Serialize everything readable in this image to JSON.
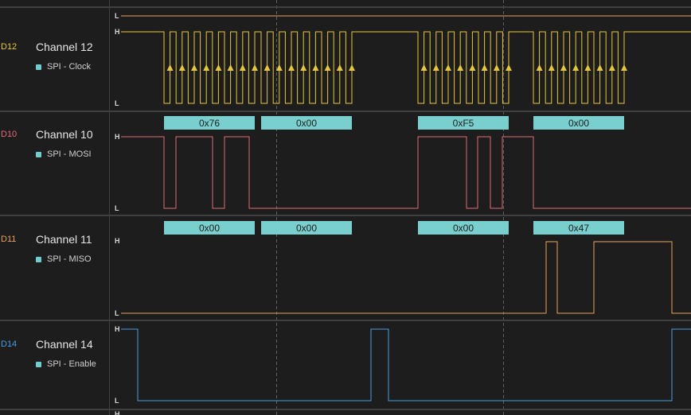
{
  "channels": [
    {
      "id": "D12",
      "name": "Channel 12",
      "analyzer": "SPI - Clock",
      "color": "#e6c63a"
    },
    {
      "id": "D10",
      "name": "Channel 10",
      "analyzer": "SPI - MOSI",
      "color": "#e06a78",
      "bytes": [
        "0x76",
        "0x00",
        "0xF5",
        "0x00"
      ]
    },
    {
      "id": "D11",
      "name": "Channel 11",
      "analyzer": "SPI - MISO",
      "color": "#e8a25a",
      "bytes": [
        "0x00",
        "0x00",
        "0x00",
        "0x47"
      ]
    },
    {
      "id": "D14",
      "name": "Channel 14",
      "analyzer": "SPI - Enable",
      "color": "#4a9be0"
    }
  ],
  "levels": {
    "high": "H",
    "low": "L"
  },
  "colors": {
    "background": "#1d1d1d",
    "separator": "#404040",
    "decode_box": "#79cfcd",
    "analyzer_dot": "#6fcdcd",
    "top_trace": "#e8a25a",
    "cursor": "#606060"
  }
}
